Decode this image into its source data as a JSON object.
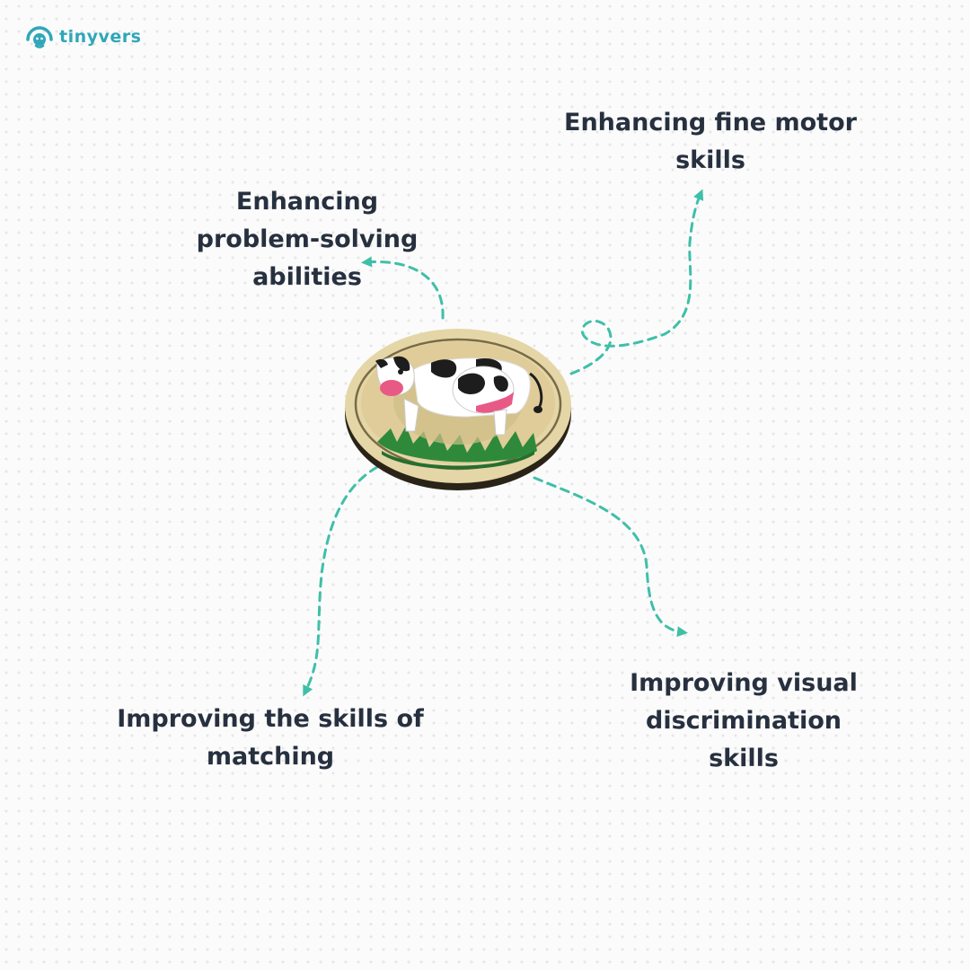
{
  "brand": {
    "name": "tinyvers",
    "logo_icon": "tinyvers-logo-icon"
  },
  "colors": {
    "text": "#27303f",
    "accent": "#3fbfa8",
    "brand": "#2fa7b8"
  },
  "skills": [
    {
      "lines": [
        "Enhancing",
        "problem-solving",
        "abilities"
      ]
    },
    {
      "lines": [
        "Enhancing fine motor",
        "skills"
      ]
    },
    {
      "lines": [
        "Improving the skills of",
        "matching"
      ]
    },
    {
      "lines": [
        "Improving visual",
        "discrimination",
        "skills"
      ]
    }
  ],
  "product": {
    "image": "cow-wooden-puzzle"
  }
}
